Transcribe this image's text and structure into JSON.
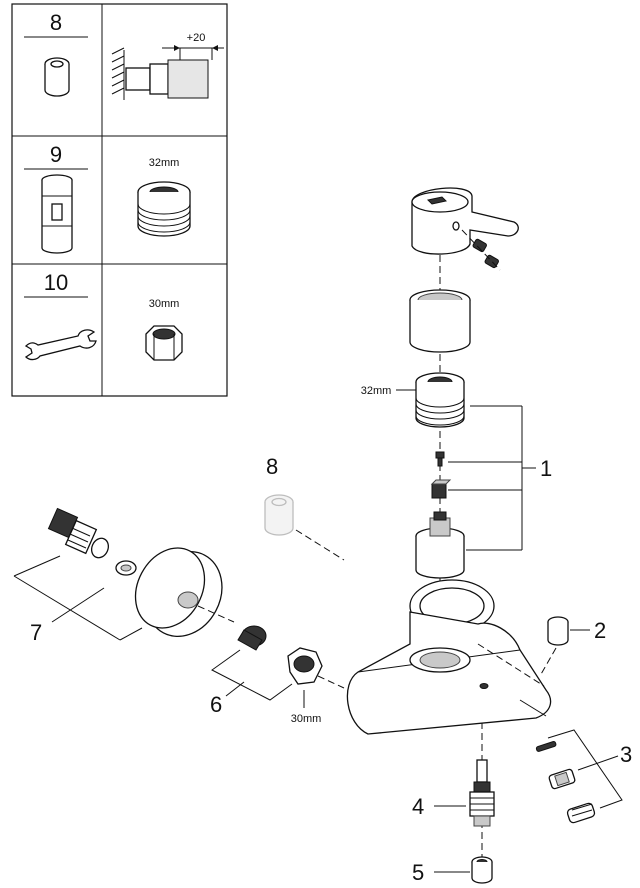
{
  "legend": {
    "rows": [
      {
        "number": "8",
        "dimension": "+20"
      },
      {
        "number": "9",
        "dimension": "32mm"
      },
      {
        "number": "10",
        "dimension": "30mm"
      }
    ]
  },
  "callouts": {
    "part_1": "1",
    "part_2": "2",
    "part_3": "3",
    "part_4": "4",
    "part_5": "5",
    "part_6": "6",
    "part_7": "7",
    "part_8": "8"
  },
  "dimensions": {
    "cartridge_nut": "32mm",
    "connector_nut": "30mm"
  }
}
